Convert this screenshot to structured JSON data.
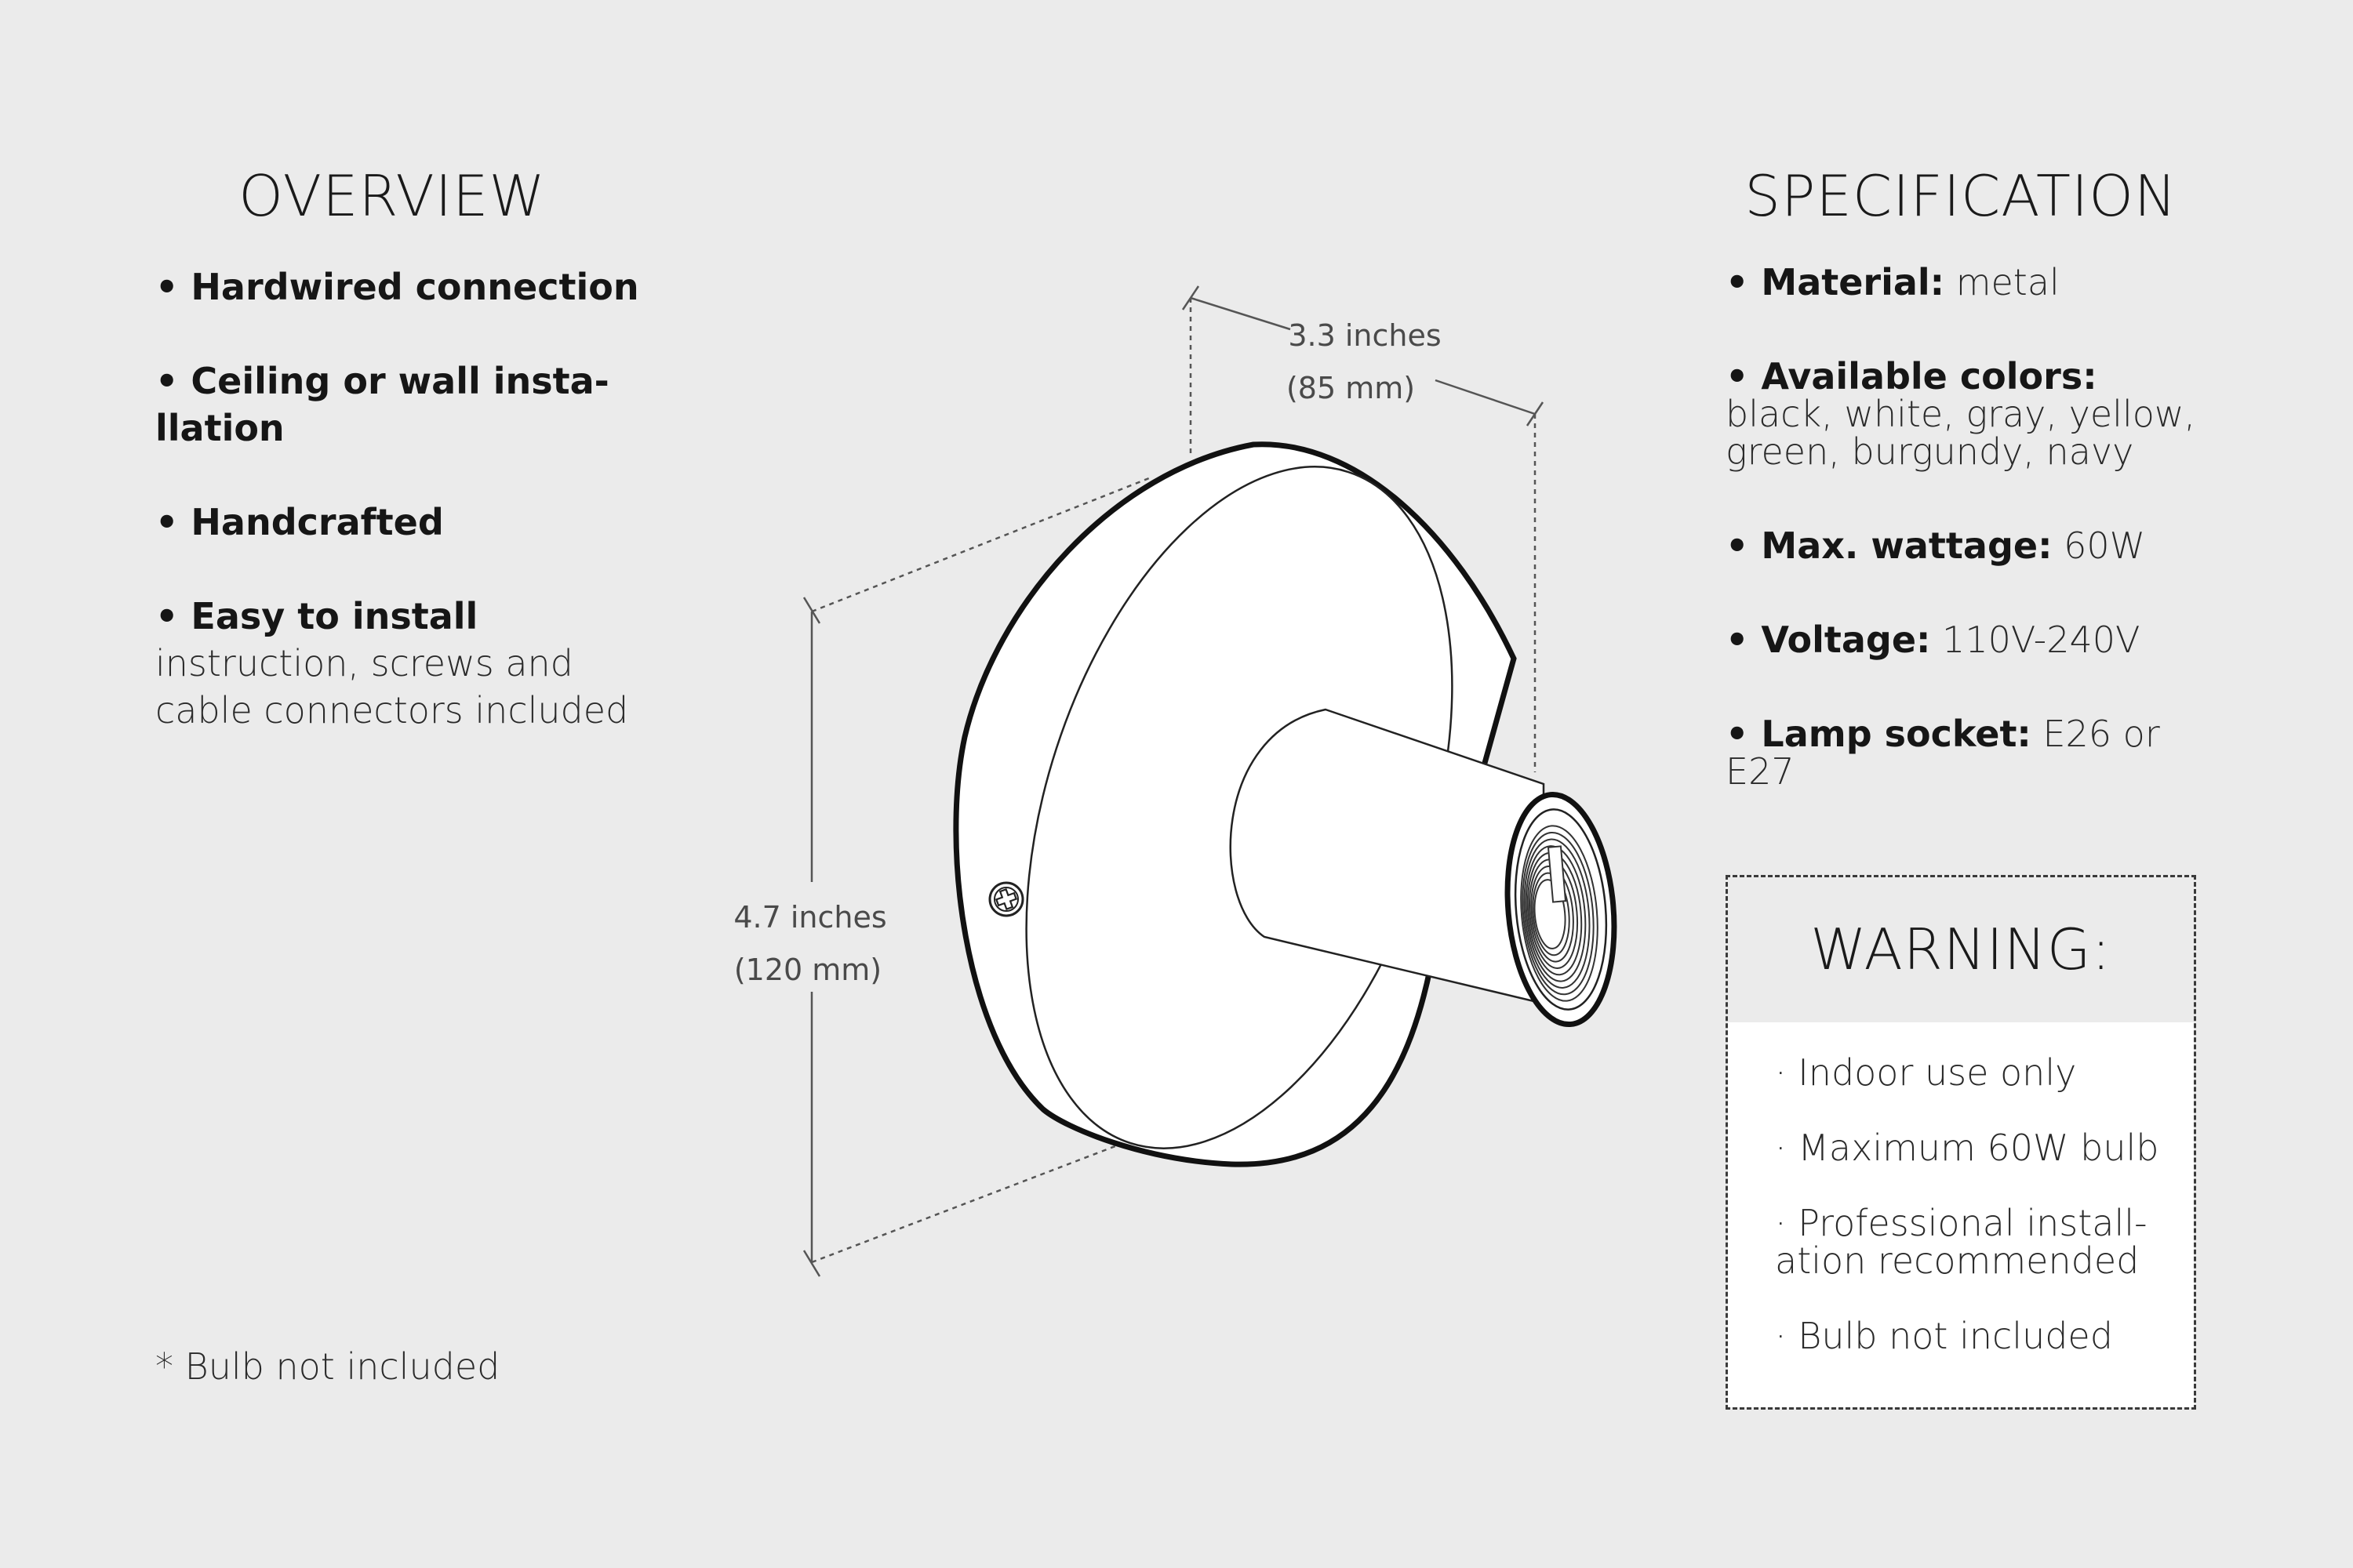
{
  "overview": {
    "title": "OVERVIEW",
    "items": [
      {
        "bold": "• Hardwired connection",
        "sub": ""
      },
      {
        "bold": "• Ceiling or wall insta-\nllation",
        "sub": ""
      },
      {
        "bold": "• Handcrafted",
        "sub": ""
      },
      {
        "bold": "• Easy to install",
        "sub": "instruction, screws and cable connectors included"
      }
    ],
    "footnote": "* Bulb not included"
  },
  "specification": {
    "title": "SPECIFICATION",
    "items": [
      {
        "label": "• Material:",
        "value": " metal"
      },
      {
        "label": "• Available colors:",
        "value": " black, white, gray, yellow, green, burgundy, navy"
      },
      {
        "label": "• Max. wattage:",
        "value": " 60W"
      },
      {
        "label": "• Voltage:",
        "value": " 110V-240V"
      },
      {
        "label": "• Lamp socket:",
        "value": " E26 or E27"
      }
    ]
  },
  "warning": {
    "title": "WARNING:",
    "items": [
      "· Indoor use only",
      "· Maximum 60W bulb",
      "· Professional install-\nation recommended",
      "· Bulb not included"
    ]
  },
  "dimensions": {
    "width_inches": "3.3 inches",
    "width_mm": "(85 mm)",
    "height_inches": "4.7 inches",
    "height_mm": "(120 mm)"
  },
  "colors": {
    "background": "#ebebeb",
    "warning_body": "#ffffff",
    "line": "#111111"
  }
}
